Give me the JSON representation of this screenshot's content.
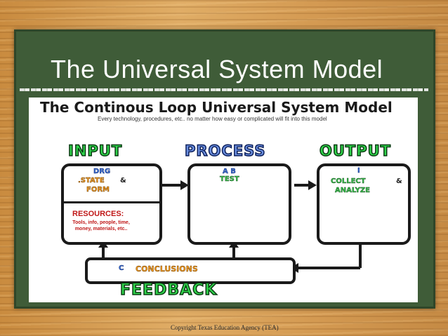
{
  "slide": {
    "title": "The Universal System Model",
    "copyright": "Copyright Texas Education Agency (TEA)"
  },
  "diagram": {
    "title": "The Continous Loop Universal System Model",
    "subtitle": "Every technology, procedures, etc.. no matter how easy or complicated will fit into this model",
    "input": {
      "header": "INPUT",
      "line1": "DRG",
      "state": ".STATE",
      "amp": "&",
      "form": "FORM",
      "resources_title": "RESOURCES:",
      "resources_body": "Tools, info, people, time, money, materials, etc.."
    },
    "process": {
      "header": "PROCESS",
      "line1": "A B",
      "line2": "TEST"
    },
    "output": {
      "header": "OUTPUT",
      "line1": "I",
      "collect": "COLLECT",
      "amp": "&",
      "analyze": "ANALYZE"
    },
    "feedback": {
      "header": "FEEDBACK",
      "letter": "C",
      "label": "CONCLUSIONS"
    }
  }
}
